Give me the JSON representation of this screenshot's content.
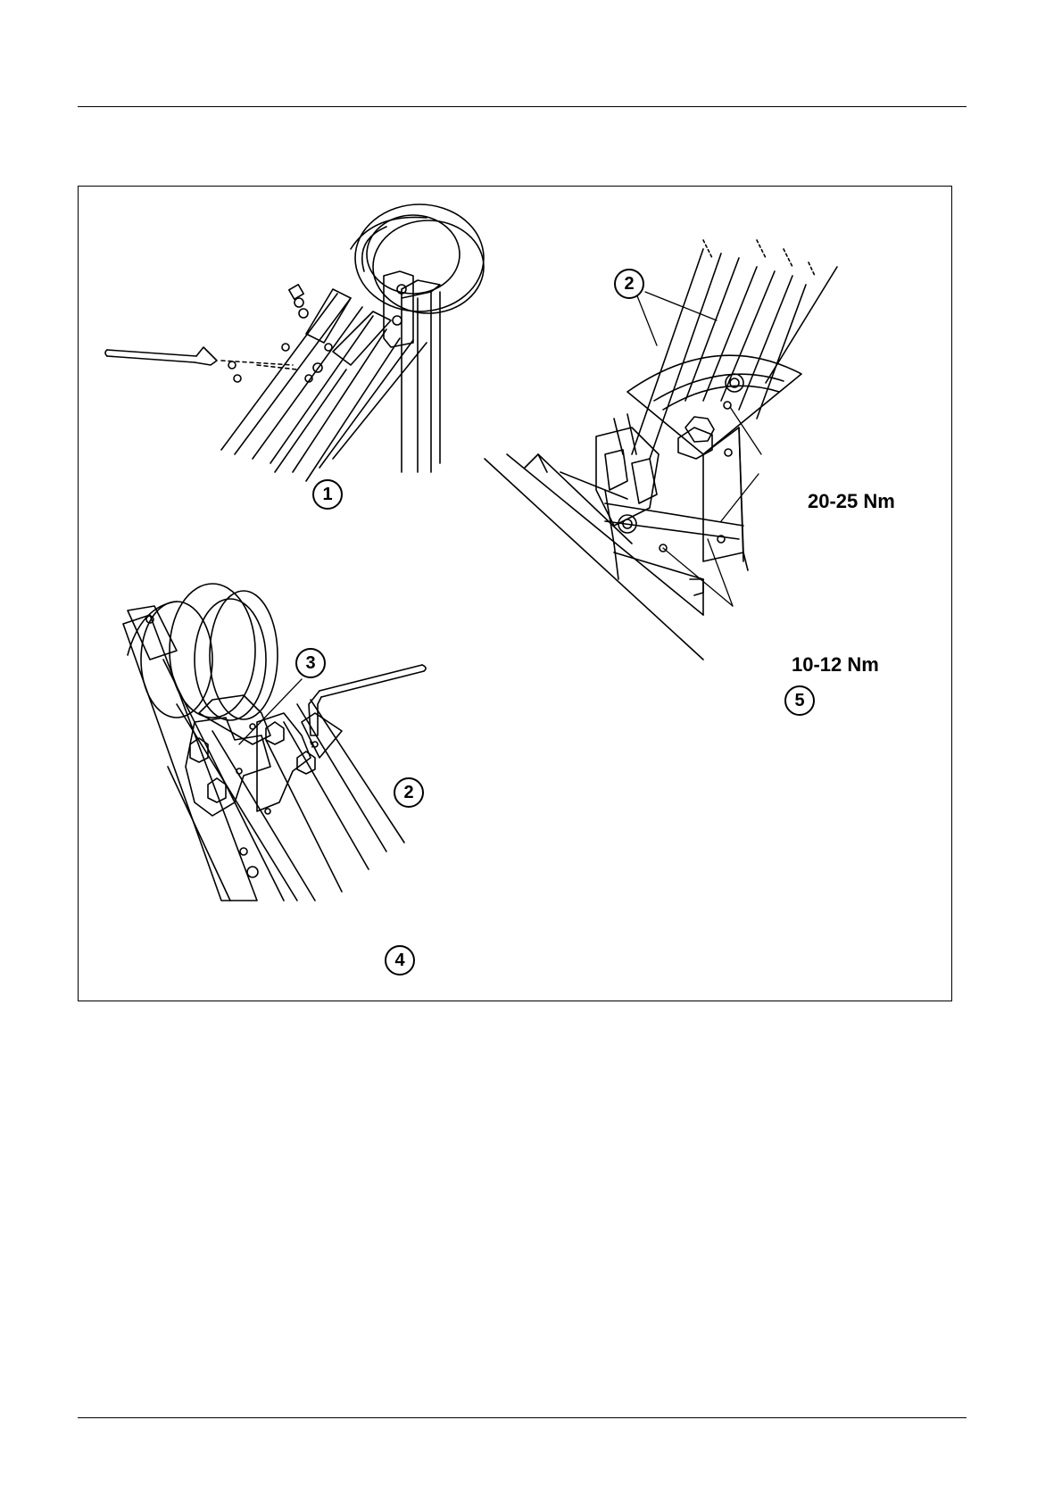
{
  "callouts": {
    "c1": "1",
    "c2_top": "2",
    "c3": "3",
    "c2_bottom": "2",
    "c4": "4",
    "c5": "5"
  },
  "torque": {
    "upper": "20-25 Nm",
    "lower": "10-12 Nm"
  }
}
